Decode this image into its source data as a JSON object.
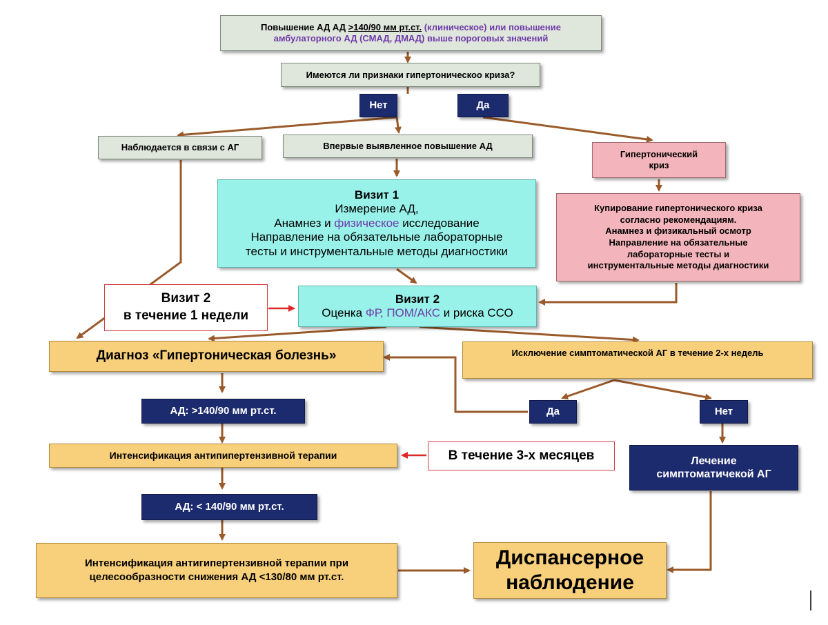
{
  "nodes": {
    "start": {
      "l1a": "Повышение АД АД ",
      "l1b": ">140/90 мм рт.ст.",
      "l1c": " (клиническое) или повышение",
      "l2": "амбулаторного АД (СМАД, ДМАД) выше пороговых значений"
    },
    "crisis_q": "Имеются ли признаки гипертоническоо криза?",
    "no1": "Нет",
    "yes1": "Да",
    "observed": "Наблюдается в связи с АГ",
    "first_found": "Впервые выявленное повышение АД",
    "crisis": {
      "l1": "Гипертонический",
      "l2": "криз"
    },
    "visit1": {
      "title": "Визит 1",
      "l1": "Измерение АД,",
      "l2a": "Анамнез и ",
      "l2b": "физическое",
      "l2c": " исследование",
      "l3": "Направление на обязательные лабораторные",
      "l4": "тесты и инструментальные методы диагностики"
    },
    "relief": {
      "l1": "Купирование гипертонического криза",
      "l2": "согласно рекомендациям.",
      "l3": "Анамнез и физикальный осмотр",
      "l4": "Направление на обязательные",
      "l5": "лабораторные тесты и",
      "l6": "инструментальные методы диагностики"
    },
    "visit2_note": {
      "l1": "Визит 2",
      "l2": "в течение 1 недели"
    },
    "visit2": {
      "title": "Визит 2",
      "l1a": "Оценка ",
      "l1b": "ФР, ПОМ/АКС",
      "l1c": " и риска ССО"
    },
    "diagnosis": "Диагноз «Гипертоническая болезнь»",
    "exclusion": "Исключение симптоматической АГ в течение 2-х недель",
    "bp_high": "АД: >140/90 мм рт.ст.",
    "yes2": "Да",
    "no2": "Нет",
    "intensify": "Интенсификация антипипертензивной терапии",
    "three_months": "В течение 3-х месяцев",
    "treat_sympt": {
      "l1": "Лечение",
      "l2": "симптоматичекой АГ"
    },
    "bp_low": "АД: < 140/90 мм рт.ст.",
    "intensify2": {
      "l1": "Интенсификация антигипертензивной терапии при",
      "l2": "целесообразности снижения АД <130/80 мм рт.ст."
    },
    "dispensary": {
      "l1": "Диспансерное",
      "l2": "наблюдение"
    }
  },
  "colors": {
    "arrow": "#9a5a2a",
    "red_arrow": "#e02828",
    "navy": "#1c2a6e",
    "accent_text": "#6f3aa8"
  }
}
